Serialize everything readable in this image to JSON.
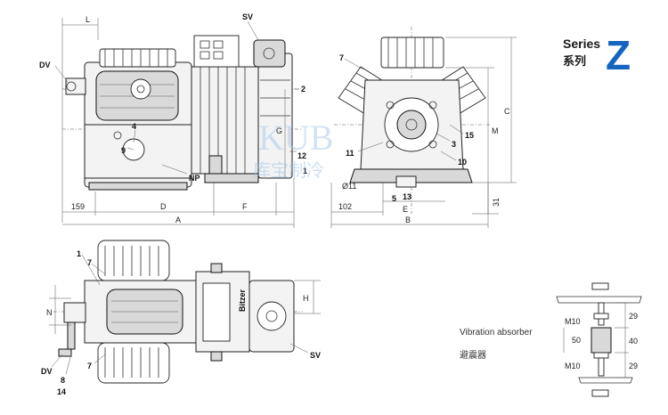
{
  "series": {
    "word": "Series",
    "cn": "系列",
    "letter": "Z",
    "accent": "#1565c0"
  },
  "watermark": {
    "en": "KUB",
    "cn": "库宝制冷"
  },
  "side_view": {
    "labels": {
      "dv": "DV",
      "sv": "SV",
      "np": "NP",
      "p4": "4",
      "p9": "9",
      "p2": "2",
      "p12": "12",
      "p1": "1"
    },
    "dims": {
      "L": "L",
      "d159": "159",
      "D": "D",
      "F": "F",
      "A": "A",
      "G": "G"
    }
  },
  "end_view": {
    "labels": {
      "p7": "7",
      "p11": "11",
      "p3": "3",
      "p15": "15",
      "p10": "10",
      "p5": "5",
      "p13": "13"
    },
    "dims": {
      "bolt": "Ø11",
      "d102": "102",
      "E": "E",
      "B": "B",
      "M": "M",
      "C": "C",
      "d31": "31"
    }
  },
  "top_view": {
    "labels": {
      "p1": "1",
      "p7a": "7",
      "p7b": "7",
      "dv": "DV",
      "p8": "8",
      "p14": "14",
      "sv": "SV"
    },
    "dims": {
      "N": "N",
      "H": "H"
    },
    "nameplate": "Bitzer"
  },
  "absorber": {
    "title_en": "Vibration absorber",
    "title_cn": "避震器",
    "dims": {
      "m10_top": "M10",
      "d50": "50",
      "m10_bot": "M10",
      "d29_top": "29",
      "d40": "40",
      "d29_bot": "29"
    }
  }
}
